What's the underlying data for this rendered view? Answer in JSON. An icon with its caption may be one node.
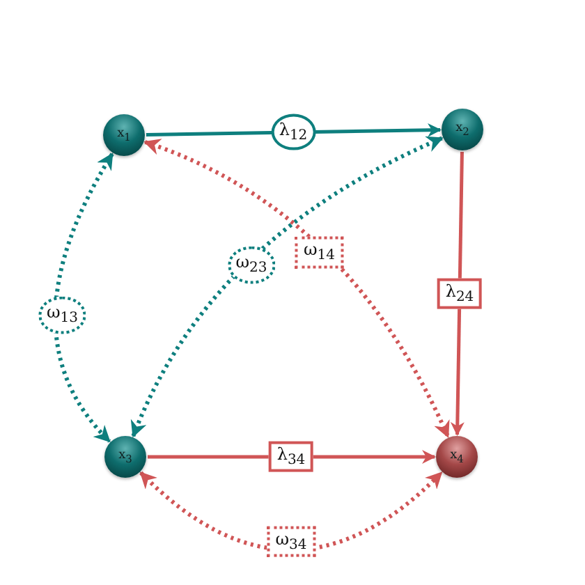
{
  "diagram": {
    "nodes": [
      {
        "text": [
          "x$_{1}$"
        ]
      },
      {
        "text": [
          "x$_{2}$"
        ]
      },
      {
        "text": [
          "x$_{3}$"
        ]
      },
      {
        "text": [
          "x$_{4}$"
        ]
      }
    ],
    "edges": [
      {
        "from": 0,
        "to": 1,
        "arrow": "to",
        "label": "λ$_{12}$",
        "color": "#0e7f7e"
      },
      {
        "from": 1,
        "to": 3,
        "arrow": "to",
        "label": "λ$_{24}$"
      },
      {
        "from": 2,
        "to": 3,
        "arrow": "to",
        "label": "λ$_{34}$"
      },
      {
        "from": 0,
        "to": 2,
        "arrow": "both",
        "label": "ω$_{13}$",
        "style": "dashed",
        "color": "#0e7f7e"
      },
      {
        "from": 1,
        "to": 2,
        "arrow": "both",
        "label": "ω$_{23}$",
        "style": "dashed",
        "color": "#0e7f7e"
      },
      {
        "from": 0,
        "to": 3,
        "arrow": "both",
        "label": "ω$_{14}$",
        "style": "dashed"
      },
      {
        "from": 2,
        "to": 3,
        "arrow": "both",
        "label": "ω$_{34}$",
        "style": "dashed"
      }
    ]
  }
}
